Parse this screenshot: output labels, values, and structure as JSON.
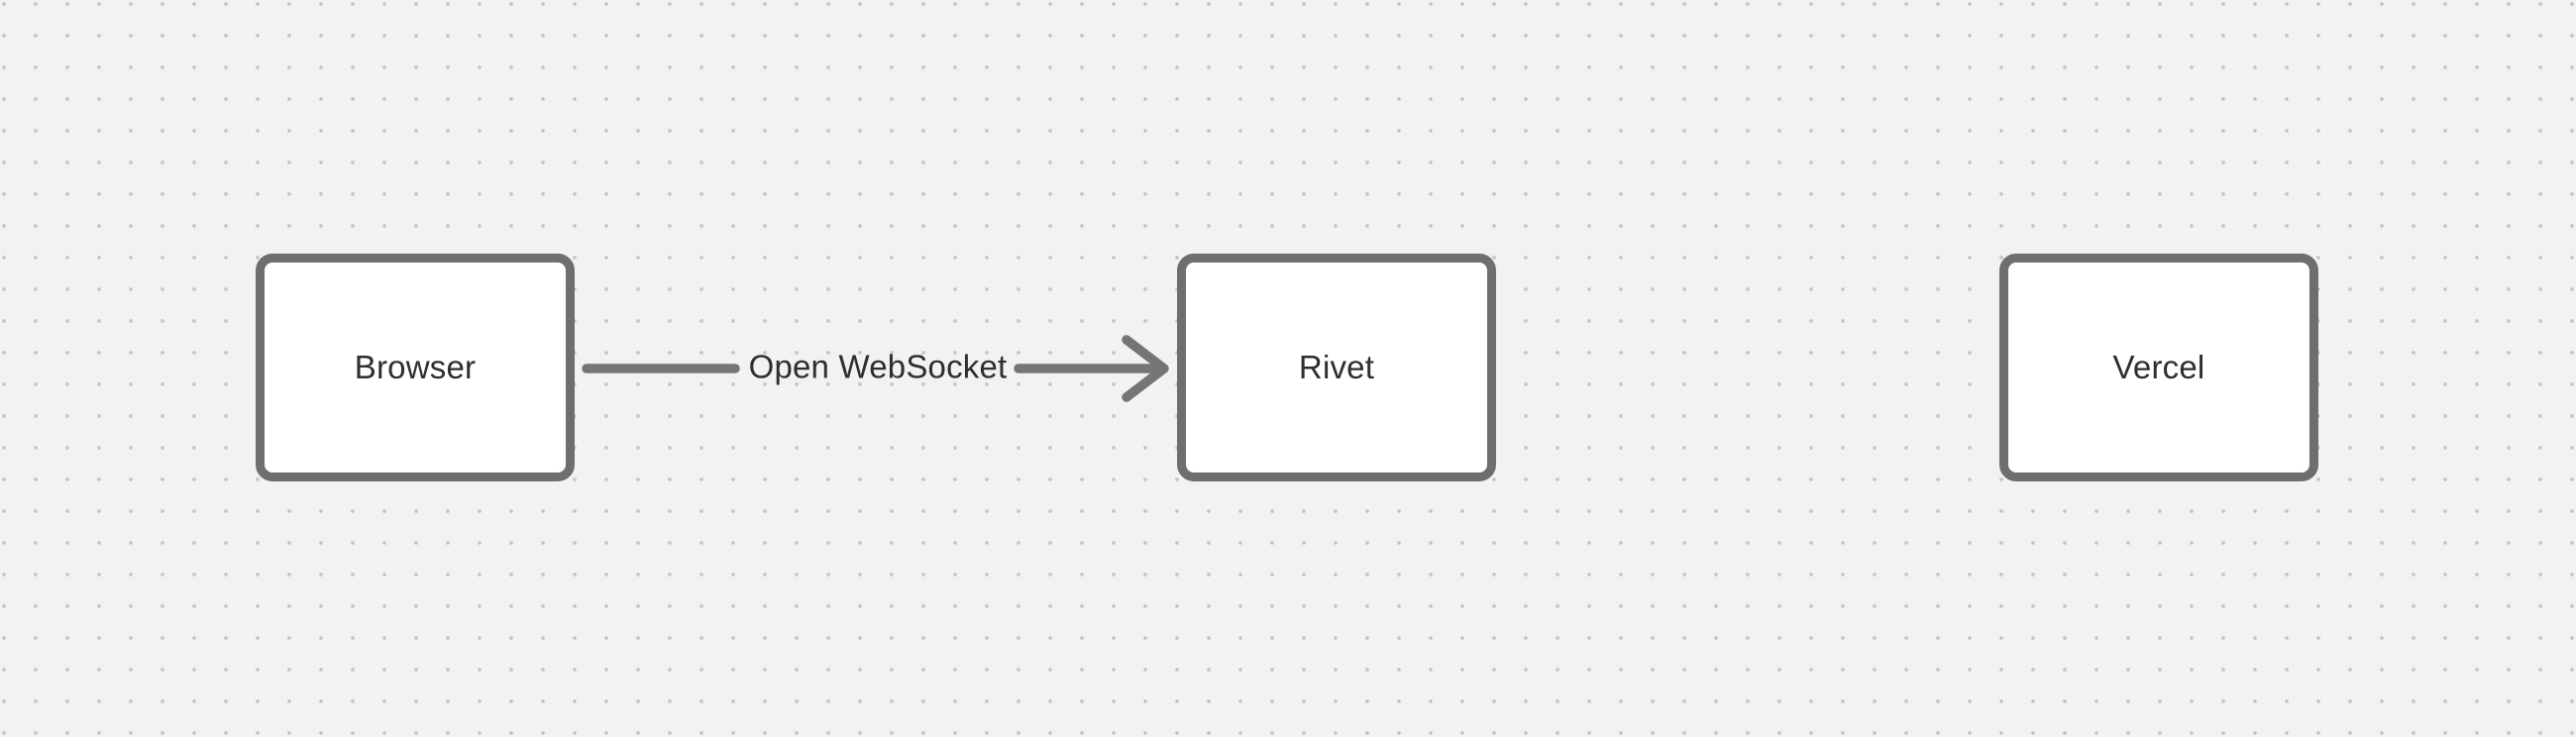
{
  "diagram": {
    "background_color": "#f2f2f2",
    "dot_grid_color": "#c4c4c4",
    "node_border_color": "#6e6e6e",
    "node_fill_color": "#ffffff",
    "arrow_color": "#757575",
    "text_color": "#2e2e2e",
    "nodes": [
      {
        "id": "browser",
        "label": "Browser"
      },
      {
        "id": "rivet",
        "label": "Rivet"
      },
      {
        "id": "vercel",
        "label": "Vercel"
      }
    ],
    "edges": [
      {
        "from": "browser",
        "to": "rivet",
        "label": "Open WebSocket",
        "direction": "right"
      }
    ]
  }
}
